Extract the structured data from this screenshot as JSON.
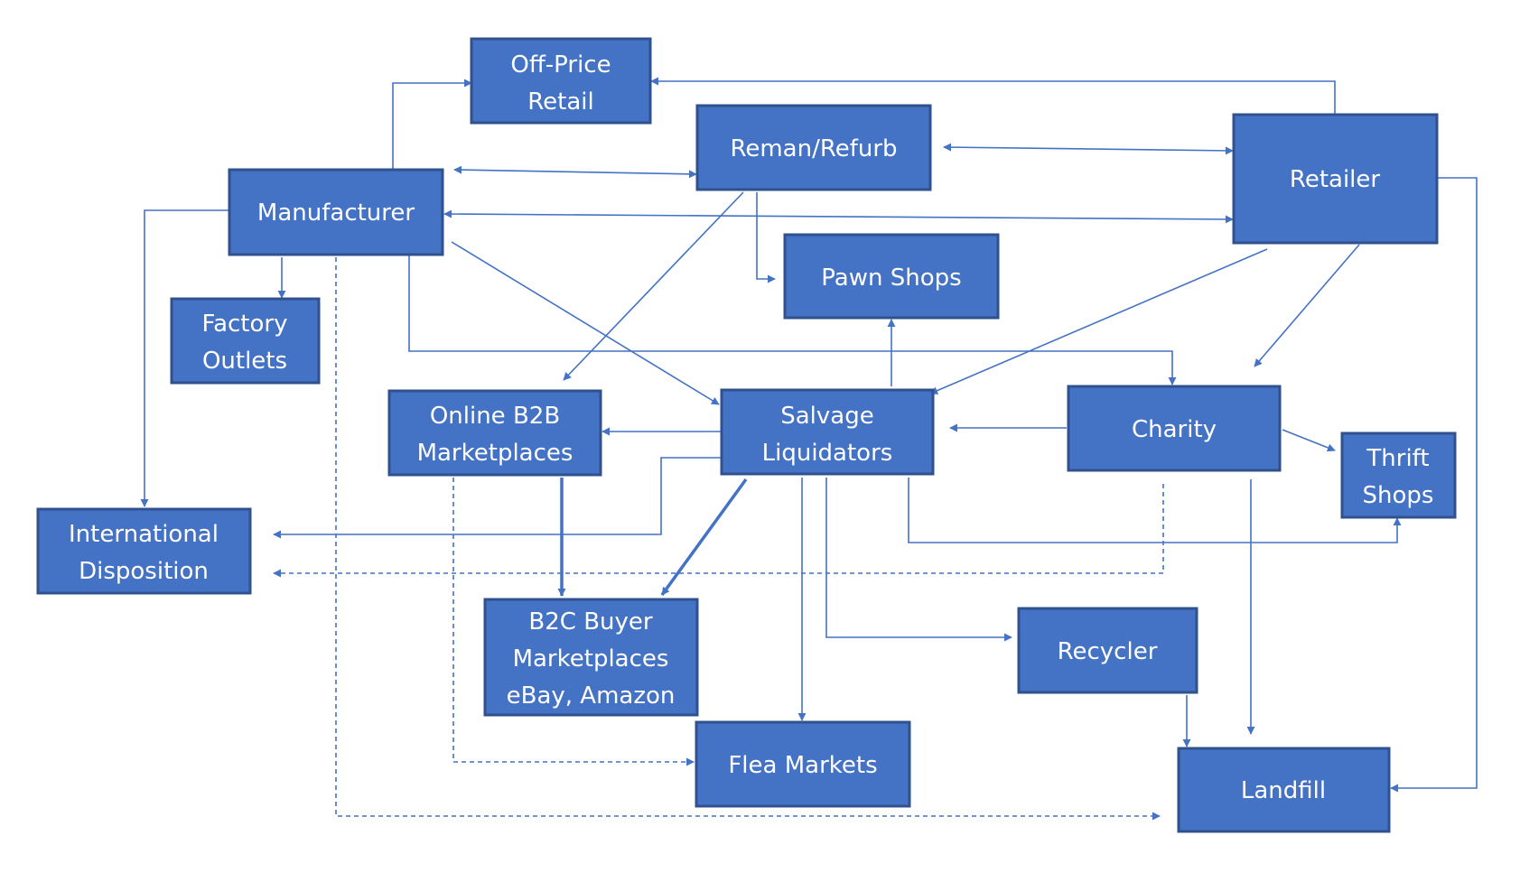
{
  "colors": {
    "box_fill": "#4472c4",
    "box_border": "#2f528f",
    "arrow": "#4472c4",
    "text": "#ffffff"
  },
  "nodes": {
    "off_price_retail": [
      "Off-Price",
      "Retail"
    ],
    "reman_refurb": [
      "Reman/Refurb"
    ],
    "retailer": [
      "Retailer"
    ],
    "manufacturer": [
      "Manufacturer"
    ],
    "pawn_shops": [
      "Pawn Shops"
    ],
    "factory_outlets": [
      "Factory",
      "Outlets"
    ],
    "online_b2b": [
      "Online B2B",
      "Marketplaces"
    ],
    "salvage_liquidators": [
      "Salvage",
      "Liquidators"
    ],
    "charity": [
      "Charity"
    ],
    "thrift_shops": [
      "Thrift",
      "Shops"
    ],
    "international_disposition": [
      "International",
      "Disposition"
    ],
    "b2c_buyer": [
      "B2C Buyer",
      "Marketplaces",
      "eBay, Amazon"
    ],
    "recycler": [
      "Recycler"
    ],
    "flea_markets": [
      "Flea Markets"
    ],
    "landfill": [
      "Landfill"
    ]
  },
  "edges": [
    {
      "from": "manufacturer",
      "to": "off_price_retail",
      "style": "solid"
    },
    {
      "from": "retailer",
      "to": "off_price_retail",
      "style": "solid"
    },
    {
      "from": "manufacturer",
      "to": "reman_refurb",
      "style": "solid",
      "bidirectional": true
    },
    {
      "from": "reman_refurb",
      "to": "retailer",
      "style": "solid",
      "bidirectional": true
    },
    {
      "from": "manufacturer",
      "to": "retailer",
      "style": "solid",
      "bidirectional": true
    },
    {
      "from": "manufacturer",
      "to": "factory_outlets",
      "style": "solid"
    },
    {
      "from": "manufacturer",
      "to": "international_disposition",
      "style": "solid"
    },
    {
      "from": "manufacturer",
      "to": "salvage_liquidators",
      "style": "solid"
    },
    {
      "from": "manufacturer",
      "to": "charity",
      "style": "solid"
    },
    {
      "from": "manufacturer",
      "to": "landfill",
      "style": "dashed"
    },
    {
      "from": "reman_refurb",
      "to": "pawn_shops",
      "style": "solid"
    },
    {
      "from": "reman_refurb",
      "to": "online_b2b",
      "style": "solid"
    },
    {
      "from": "retailer",
      "to": "salvage_liquidators",
      "style": "solid"
    },
    {
      "from": "retailer",
      "to": "charity",
      "style": "solid"
    },
    {
      "from": "retailer",
      "to": "landfill",
      "style": "solid"
    },
    {
      "from": "salvage_liquidators",
      "to": "pawn_shops",
      "style": "solid"
    },
    {
      "from": "salvage_liquidators",
      "to": "online_b2b",
      "style": "solid"
    },
    {
      "from": "salvage_liquidators",
      "to": "international_disposition",
      "style": "solid"
    },
    {
      "from": "salvage_liquidators",
      "to": "b2c_buyer",
      "style": "thick"
    },
    {
      "from": "salvage_liquidators",
      "to": "flea_markets",
      "style": "solid"
    },
    {
      "from": "salvage_liquidators",
      "to": "recycler",
      "style": "solid"
    },
    {
      "from": "salvage_liquidators",
      "to": "thrift_shops",
      "style": "solid"
    },
    {
      "from": "online_b2b",
      "to": "b2c_buyer",
      "style": "thick"
    },
    {
      "from": "online_b2b",
      "to": "flea_markets",
      "style": "dashed"
    },
    {
      "from": "charity",
      "to": "salvage_liquidators",
      "style": "solid"
    },
    {
      "from": "charity",
      "to": "thrift_shops",
      "style": "solid"
    },
    {
      "from": "charity",
      "to": "landfill",
      "style": "solid"
    },
    {
      "from": "charity",
      "to": "international_disposition",
      "style": "dashed"
    },
    {
      "from": "recycler",
      "to": "landfill",
      "style": "solid"
    }
  ]
}
